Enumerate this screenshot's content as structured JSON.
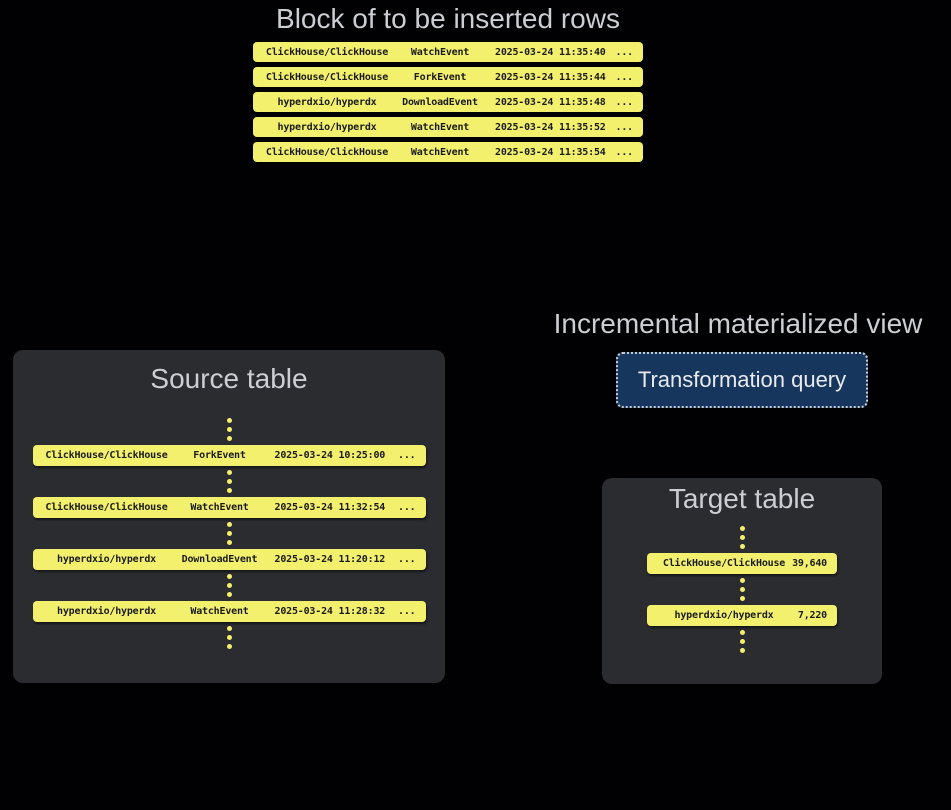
{
  "colors": {
    "bg": "#010103",
    "panel": "#2b2c30",
    "yellow": "#f3f06e",
    "row-text": "#1b1b1b",
    "heading": "#cbced2",
    "blue": "#16365e",
    "blue-border": "#c9cdd1",
    "button-text": "#e9ebee"
  },
  "insert_block": {
    "title": "Block of to be inserted rows",
    "rows": [
      {
        "repo": "ClickHouse/ClickHouse",
        "event": "WatchEvent",
        "timestamp": "2025-03-24 11:35:40",
        "more": "..."
      },
      {
        "repo": "ClickHouse/ClickHouse",
        "event": "ForkEvent",
        "timestamp": "2025-03-24 11:35:44",
        "more": "..."
      },
      {
        "repo": "hyperdxio/hyperdx",
        "event": "DownloadEvent",
        "timestamp": "2025-03-24 11:35:48",
        "more": "..."
      },
      {
        "repo": "hyperdxio/hyperdx",
        "event": "WatchEvent",
        "timestamp": "2025-03-24 11:35:52",
        "more": "..."
      },
      {
        "repo": "ClickHouse/ClickHouse",
        "event": "WatchEvent",
        "timestamp": "2025-03-24 11:35:54",
        "more": "..."
      }
    ]
  },
  "source_table": {
    "title": "Source table",
    "rows": [
      {
        "repo": "ClickHouse/ClickHouse",
        "event": "ForkEvent",
        "timestamp": "2025-03-24 10:25:00",
        "more": "..."
      },
      {
        "repo": "ClickHouse/ClickHouse",
        "event": "WatchEvent",
        "timestamp": "2025-03-24 11:32:54",
        "more": "..."
      },
      {
        "repo": "hyperdxio/hyperdx",
        "event": "DownloadEvent",
        "timestamp": "2025-03-24 11:20:12",
        "more": "..."
      },
      {
        "repo": "hyperdxio/hyperdx",
        "event": "WatchEvent",
        "timestamp": "2025-03-24 11:28:32",
        "more": "..."
      }
    ]
  },
  "materialized_view": {
    "title": "Incremental materialized view",
    "button_label": "Transformation query"
  },
  "target_table": {
    "title": "Target table",
    "rows": [
      {
        "repo": "ClickHouse/ClickHouse",
        "count": "39,640"
      },
      {
        "repo": "hyperdxio/hyperdx",
        "count": "7,220"
      }
    ]
  }
}
